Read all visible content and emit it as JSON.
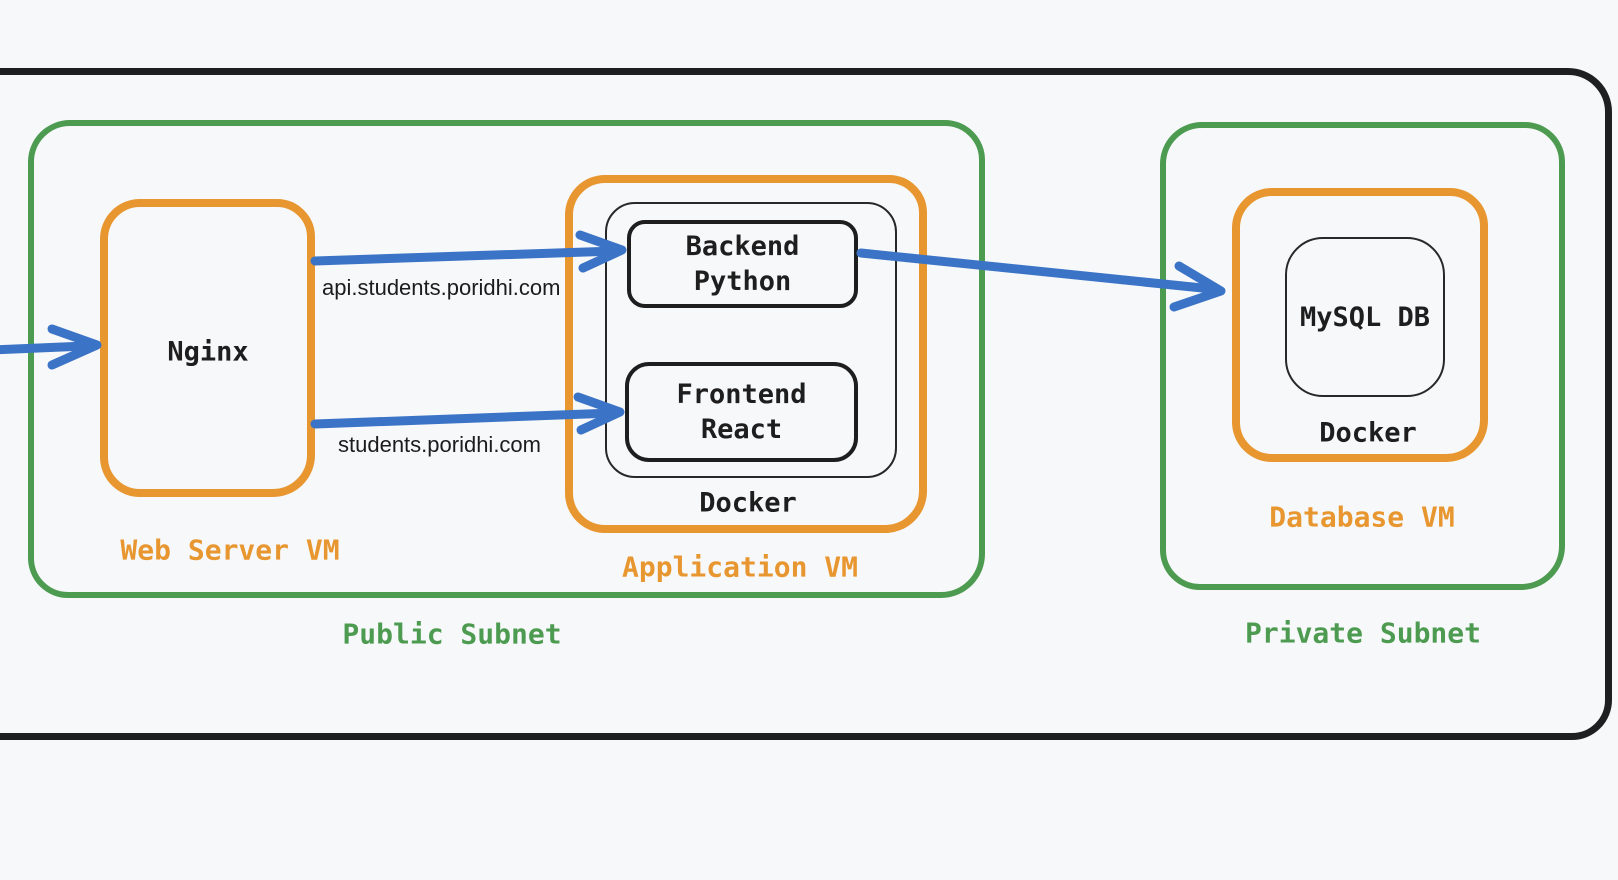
{
  "colors": {
    "background": "#f7f8fa",
    "frame_black": "#1d1f21",
    "subnet_green": "#4d9b51",
    "vm_orange": "#e8962f",
    "arrow_blue": "#3b74c6",
    "text_ink": "#1e1e1e"
  },
  "public_subnet": {
    "label": "Public Subnet",
    "web_server_vm": {
      "label": "Web Server VM",
      "service": "Nginx"
    },
    "application_vm": {
      "label": "Application VM",
      "docker_label": "Docker",
      "backend_line1": "Backend",
      "backend_line2": "Python",
      "frontend_line1": "Frontend",
      "frontend_line2": "React"
    }
  },
  "private_subnet": {
    "label": "Private Subnet",
    "database_vm": {
      "label": "Database VM",
      "docker_label": "Docker",
      "db": "MySQL DB"
    }
  },
  "arrows": {
    "api_domain": "api.students.poridhi.com",
    "web_domain": "students.poridhi.com"
  }
}
